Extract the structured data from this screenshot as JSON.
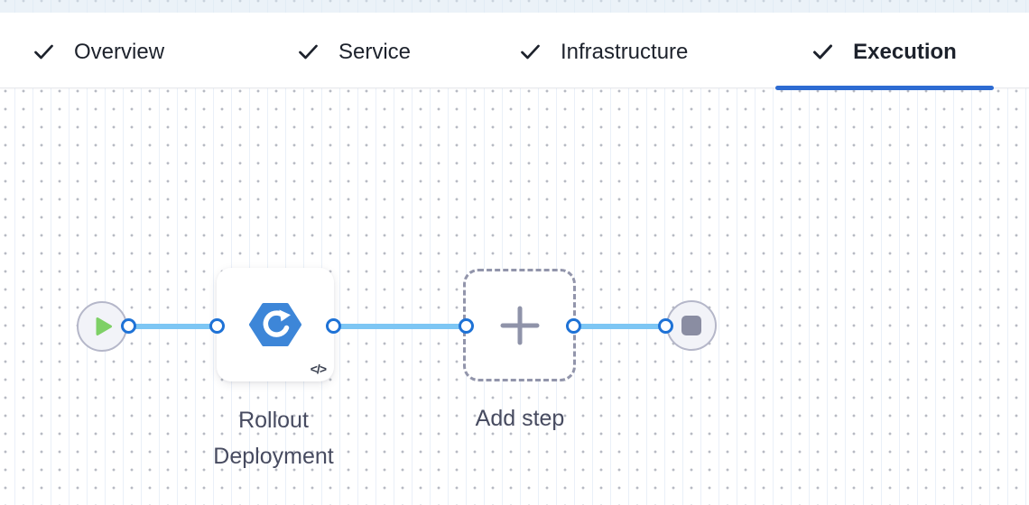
{
  "tab_bar": {
    "tabs": [
      {
        "label": "Overview",
        "checked": true,
        "active": false
      },
      {
        "label": "Service",
        "checked": true,
        "active": false
      },
      {
        "label": "Infrastructure",
        "checked": true,
        "active": false
      },
      {
        "label": "Execution",
        "checked": true,
        "active": true
      }
    ],
    "active_underline_color": "#2d6bd2",
    "check_icon": "checkmark"
  },
  "canvas": {
    "nodes": [
      {
        "type": "start",
        "icon": "play-icon"
      },
      {
        "type": "step",
        "label": "Rollout Deployment",
        "icon": "rollout-deployment-hexagon-icon",
        "badge": "</>"
      },
      {
        "type": "add-step",
        "label": "Add step",
        "icon": "plus-icon"
      },
      {
        "type": "end",
        "icon": "stop-icon"
      }
    ],
    "edges": [
      {
        "from": "start",
        "to": "step"
      },
      {
        "from": "step",
        "to": "add-step"
      },
      {
        "from": "add-step",
        "to": "end"
      }
    ],
    "colors": {
      "connector_line": "#7dc6f4",
      "connector_port_border": "#1e72d6",
      "node_circle_border": "#b5b7c9",
      "node_circle_fill": "#f2f3f8",
      "play_green": "#7ed066",
      "step_icon_blue": "#3d86d8",
      "stop_gray": "#8a8da2",
      "dashed_border": "#9295ab",
      "label_text": "#474b60"
    }
  }
}
